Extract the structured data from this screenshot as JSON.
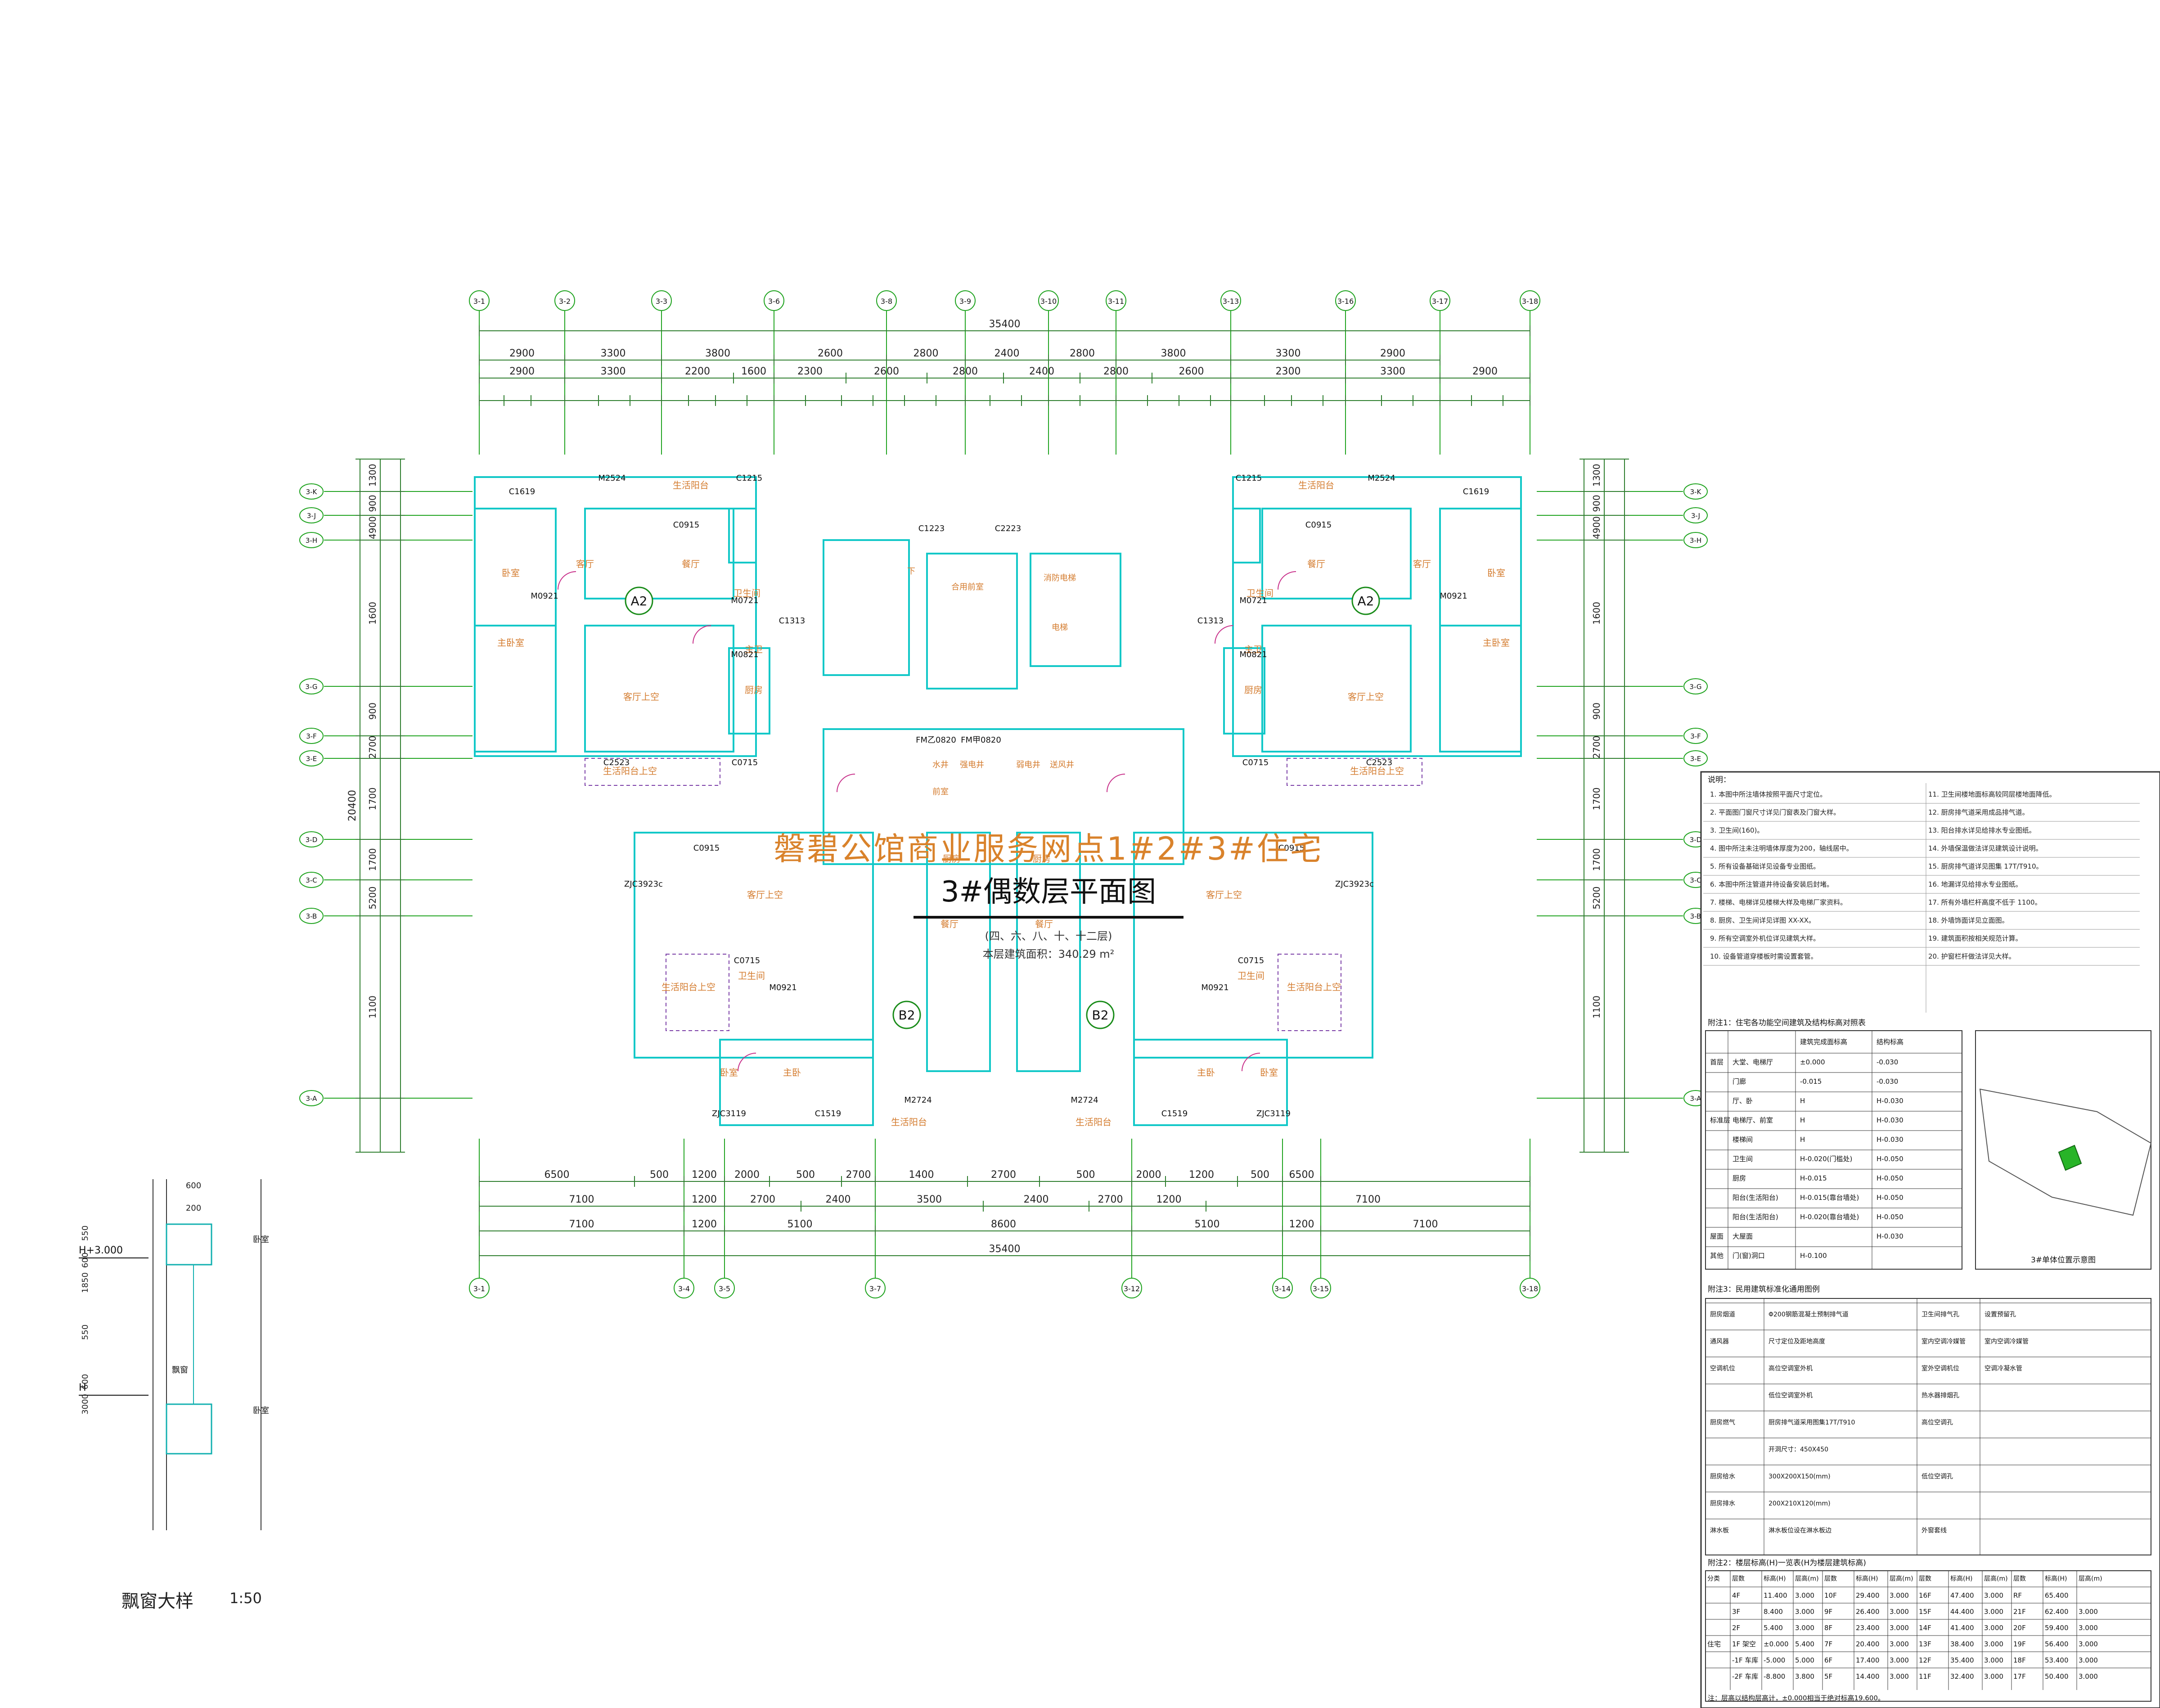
{
  "drawing": {
    "project_title": "磐碧公馆商业服务网点1#2#3#住宅",
    "sheet_title": "3#偶数层平面图",
    "floors_note": "(四、六、八、十、十二层)",
    "area_note": "本层建筑面积：340.29 m²",
    "detail_title": "飘窗大样",
    "detail_scale": "1:50",
    "detail_level_top": "H+3.000",
    "detail_level_base": "H",
    "detail_dims": [
      "600",
      "200",
      "550",
      "600",
      "1850",
      "550",
      "600",
      "3000"
    ],
    "detail_labels": [
      "卧室",
      "飘窗",
      "卧室"
    ]
  },
  "axes": {
    "top": [
      "3-1",
      "3-2",
      "3-3",
      "3-6",
      "3-8",
      "3-9",
      "3-10",
      "3-11",
      "3-13",
      "3-16",
      "3-17",
      "3-18"
    ],
    "bottom": [
      "3-1",
      "3-4",
      "3-5",
      "3-7",
      "3-12",
      "3-14",
      "3-15",
      "3-18"
    ],
    "left": [
      "3-K",
      "3-J",
      "3-H",
      "3-G",
      "3-F",
      "3-E",
      "3-D",
      "3-C",
      "3-B",
      "3-A"
    ],
    "right": [
      "3-K",
      "3-J",
      "3-H",
      "3-G",
      "3-F",
      "3-E",
      "3-D",
      "3-C",
      "3-B",
      "3-A"
    ]
  },
  "dimensions": {
    "top_total": "35400",
    "top_row1": [
      "2900",
      "3300",
      "3800",
      "2600",
      "2800",
      "2400",
      "2800",
      "3800",
      "3300",
      "2900"
    ],
    "top_row2": [
      "2900",
      "3300",
      "2200",
      "1600",
      "2300",
      "2600",
      "2800",
      "2400",
      "2800",
      "2600",
      "2300",
      "3300",
      "2900"
    ],
    "bottom_row1": [
      "6500",
      "500",
      "1200",
      "2000",
      "500",
      "2700",
      "1400",
      "2700",
      "500",
      "2000",
      "1200",
      "500",
      "6500"
    ],
    "bottom_row2": [
      "7100",
      "1200",
      "2700",
      "2400",
      "3500",
      "2400",
      "2700",
      "1200",
      "7100"
    ],
    "bottom_row3": [
      "7100",
      "1200",
      "5100",
      "8600",
      "5100",
      "1200",
      "7100"
    ],
    "bottom_total": "35400",
    "left_outer": [
      "1300",
      "900",
      "4900",
      "1600",
      "900",
      "2700",
      "1700",
      "1700",
      "5200",
      "1100"
    ],
    "left_inner": "20400"
  },
  "rooms": {
    "unit_a_left": "A2",
    "unit_a_right": "A2",
    "unit_b_left": "B2",
    "unit_b_right": "B2",
    "labels_a": [
      "生活阳台",
      "客厅",
      "餐厅",
      "卧室",
      "主卧室",
      "卫生间",
      "客厅上空",
      "主卫",
      "厨房",
      "生活阳台上空"
    ],
    "labels_core": [
      "下",
      "消防电梯",
      "合用前室",
      "电梯",
      "水井",
      "强电井",
      "弱电井",
      "送风井",
      "前室"
    ],
    "labels_b": [
      "客厅上空",
      "餐厅",
      "厨房",
      "卫生间",
      "卧室",
      "主卧",
      "生活阳台",
      "生活阳台上空"
    ],
    "windows_a": [
      "M2524",
      "C1215",
      "C1619",
      "C0915",
      "M0921",
      "M0721",
      "C1313",
      "M0821",
      "C2523",
      "C0715",
      "C1223",
      "C2223"
    ],
    "windows_b": [
      "ZJC3923c",
      "C0915",
      "C0715",
      "M0921",
      "ZJC3119",
      "C1519",
      "M2724",
      "FM乙0820",
      "FM甲0820"
    ]
  },
  "notes": {
    "heading": "说明：",
    "lines": [
      "1. 本图中所注墙体按照平面尺寸定位。",
      "2. 平面图门窗尺寸详见门窗表及门窗大样。",
      "3. 卫生间(160)。",
      "4. 图中所注未注明墙体厚度为200，轴线居中。",
      "5. 所有设备基础详见设备专业图纸。",
      "6. 本图中所注管道井待设备安装后封堵。",
      "7. 楼梯、电梯详见楼梯大样及电梯厂家资料。",
      "8. 厨房、卫生间详见详图 XX-XX。",
      "9. 所有空调室外机位详见建筑大样。",
      "10. 设备管道穿楼板时需设置套管。",
      "11. 卫生间楼地面标高较同层楼地面降低。",
      "12. 厨房排气道采用成品排气道。",
      "13. 阳台排水详见给排水专业图纸。",
      "14. 外墙保温做法详见建筑设计说明。",
      "15. 厨房排气道详见图集 17T/T910。",
      "16. 地漏详见给排水专业图纸。",
      "17. 所有外墙栏杆高度不低于 1100。",
      "18. 外墙饰面详见立面图。",
      "19. 建筑面积按相关规范计算。",
      "20. 护窗栏杆做法详见大样。"
    ],
    "table1_title": "附注1：住宅各功能空间建筑及结构标高对照表",
    "table1_head": [
      "",
      "",
      "建筑完成面标高",
      "结构标高"
    ],
    "table1_rows": [
      [
        "首层",
        "大堂、电梯厅",
        "±0.000",
        "-0.030"
      ],
      [
        "",
        "门廊",
        "-0.015",
        "-0.030"
      ],
      [
        "",
        "厅、卧",
        "H",
        "H-0.030"
      ],
      [
        "标准层",
        "电梯厅、前室",
        "H",
        "H-0.030"
      ],
      [
        "",
        "楼梯间",
        "H",
        "H-0.030"
      ],
      [
        "",
        "卫生间",
        "H-0.020(门槛处)",
        "H-0.050"
      ],
      [
        "",
        "厨房",
        "H-0.015",
        "H-0.050"
      ],
      [
        "",
        "阳台(生活阳台)",
        "H-0.015(靠台墙处)",
        "H-0.050"
      ],
      [
        "",
        "阳台(生活阳台)",
        "H-0.020(靠台墙处)",
        "H-0.050"
      ],
      [
        "屋面",
        "大屋面",
        "",
        "H-0.030"
      ],
      [
        "其他",
        "门(窗)洞口",
        "H-0.100",
        ""
      ]
    ],
    "site_plan_caption": "3#单体位置示意图",
    "table2_title": "附注3：民用建筑标准化通用图例",
    "table2_rows": [
      [
        "厨房烟道",
        "Φ200钢筋混凝土预制排气道",
        "卫生间排气孔",
        "设置预留孔"
      ],
      [
        "通风器",
        "尺寸定位及距地高度",
        "室内空调冷媒管",
        "室内空调冷媒管"
      ],
      [
        "空调机位",
        "高位空调室外机",
        "室外空调机位",
        "空调冷凝水管"
      ],
      [
        "",
        "低位空调室外机",
        "热水器排烟孔",
        ""
      ],
      [
        "厨房燃气",
        "厨房排气道采用图集17T/T910",
        "高位空调孔",
        ""
      ],
      [
        "",
        "开洞尺寸：450X450",
        "",
        ""
      ],
      [
        "厨房给水",
        "300X200X150(mm)",
        "低位空调孔",
        ""
      ],
      [
        "厨房排水",
        "200X210X120(mm)",
        "",
        ""
      ],
      [
        "淋水板",
        "淋水板位设在淋水板边",
        "外窗套线",
        ""
      ]
    ],
    "table3_title": "附注2：楼层标高(H)一览表(H为楼层建筑标高)",
    "table3_head": [
      "分类",
      "层数",
      "标高(H)",
      "层高(m)",
      "层数",
      "标高(H)",
      "层高(m)",
      "层数",
      "标高(H)",
      "层高(m)",
      "层数",
      "标高(H)",
      "层高(m)"
    ],
    "table3_rows": [
      [
        "",
        "4F",
        "11.400",
        "3.000",
        "10F",
        "29.400",
        "3.000",
        "16F",
        "47.400",
        "3.000",
        "RF",
        "65.400",
        ""
      ],
      [
        "",
        "3F",
        "8.400",
        "3.000",
        "9F",
        "26.400",
        "3.000",
        "15F",
        "44.400",
        "3.000",
        "21F",
        "62.400",
        "3.000"
      ],
      [
        "",
        "2F",
        "5.400",
        "3.000",
        "8F",
        "23.400",
        "3.000",
        "14F",
        "41.400",
        "3.000",
        "20F",
        "59.400",
        "3.000"
      ],
      [
        "住宅",
        "1F 架空",
        "±0.000",
        "5.400",
        "7F",
        "20.400",
        "3.000",
        "13F",
        "38.400",
        "3.000",
        "19F",
        "56.400",
        "3.000"
      ],
      [
        "",
        "-1F 车库",
        "-5.000",
        "5.000",
        "6F",
        "17.400",
        "3.000",
        "12F",
        "35.400",
        "3.000",
        "18F",
        "53.400",
        "3.000"
      ],
      [
        "",
        "-2F 车库",
        "-8.800",
        "3.800",
        "5F",
        "14.400",
        "3.000",
        "11F",
        "32.400",
        "3.000",
        "17F",
        "50.400",
        "3.000"
      ]
    ],
    "table3_footer": "注：层高以结构层高计，±0.000相当于绝对标高19.600。"
  },
  "colors": {
    "axis": "#1fa31f",
    "wall": "#12c8c8",
    "dimension": "#2d7d2d",
    "room_text": "#d47c2f",
    "door": "#c8308a",
    "window": "#8a2be2",
    "hatch": "#cc2222"
  }
}
